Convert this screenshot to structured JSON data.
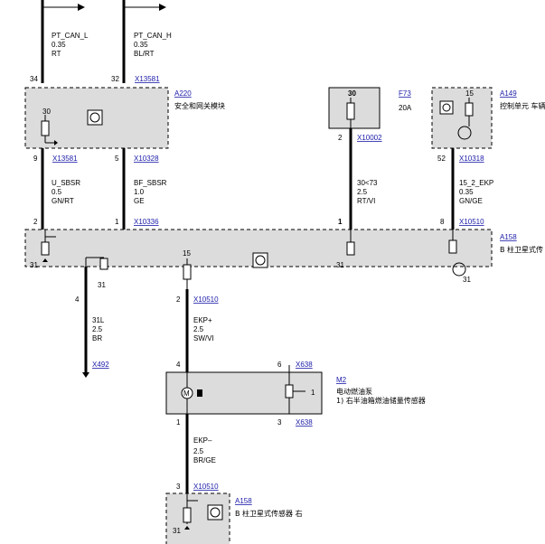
{
  "wires": {
    "pt_can_l": {
      "name": "PT_CAN_L",
      "size": "0.35",
      "color": "RT",
      "pin": "34"
    },
    "pt_can_h": {
      "name": "PT_CAN_H",
      "size": "0.35",
      "color": "BL/RT",
      "pin": "32"
    },
    "u_sbsr": {
      "name": "U_SBSR",
      "size": "0.5",
      "color": "GN/RT"
    },
    "bf_sbsr": {
      "name": "BF_SBSR",
      "size": "1.0",
      "color": "GE"
    },
    "w30_73": {
      "name": "30<73",
      "size": "2.5",
      "color": "RT/VI"
    },
    "w15_2_ekp": {
      "name": "15_2_EKP",
      "size": "0.35",
      "color": "GN/GE"
    },
    "w31l": {
      "name": "31L",
      "size": "2.5",
      "color": "BR"
    },
    "ekp_plus": {
      "name": "EKP+",
      "size": "2.5",
      "color": "SW/VI"
    },
    "ekp_minus": {
      "name": "EKP–",
      "size": "2.5",
      "color": "BR/GE"
    }
  },
  "connectors": {
    "x13581": "X13581",
    "x10328": "X10328",
    "x10002": "X10002",
    "x10318": "X10318",
    "x10336": "X10336",
    "x10510": "X10510",
    "x492": "X492",
    "x638": "X638"
  },
  "components": {
    "a220": {
      "id": "A220",
      "desc": "安全和网关模块"
    },
    "f73": {
      "id": "F73",
      "desc": "20A"
    },
    "a149": {
      "id": "A149",
      "desc": "控制单元 车辆"
    },
    "a158": {
      "id": "A158",
      "desc": "B 柱卫星式传感器 右",
      "desc_short": "B 柱卫星式传"
    },
    "m2": {
      "id": "M2",
      "desc1": "电动燃油泵",
      "desc2": "1) 右半油箱燃油储量传感器"
    }
  },
  "pins": {
    "p34": "34",
    "p32": "32",
    "p9": "9",
    "p5": "5",
    "p2": "2",
    "p1": "1",
    "p8": "8",
    "p52": "52",
    "p4": "4",
    "p6": "6",
    "p3": "3",
    "p30": "30",
    "p15": "15",
    "p31": "31"
  }
}
